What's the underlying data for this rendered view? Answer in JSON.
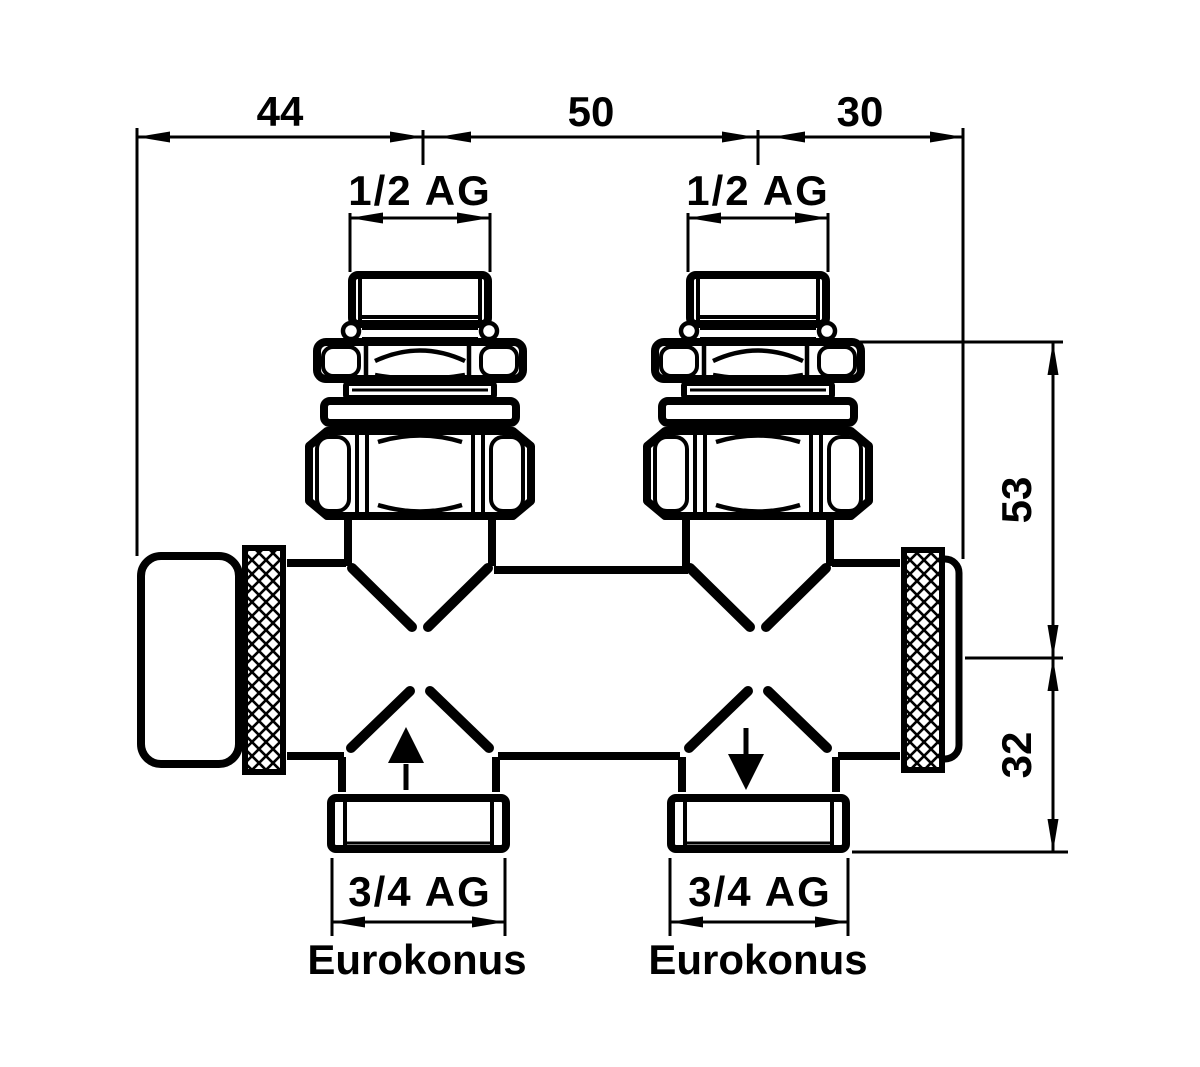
{
  "drawing": {
    "title": "H-block valve manifold dimensional drawing",
    "colors": {
      "line": "#000000",
      "background": "#ffffff"
    },
    "dimensions": {
      "top_left_width": "44",
      "top_center_width": "50",
      "top_right_width": "30",
      "right_upper_height": "53",
      "right_lower_height": "32"
    },
    "ports": {
      "top_left_thread": "1/2 AG",
      "top_right_thread": "1/2 AG",
      "bottom_left_thread": "3/4 AG",
      "bottom_right_thread": "3/4 AG",
      "bottom_left_note": "Eurokonus",
      "bottom_right_note": "Eurokonus"
    }
  }
}
